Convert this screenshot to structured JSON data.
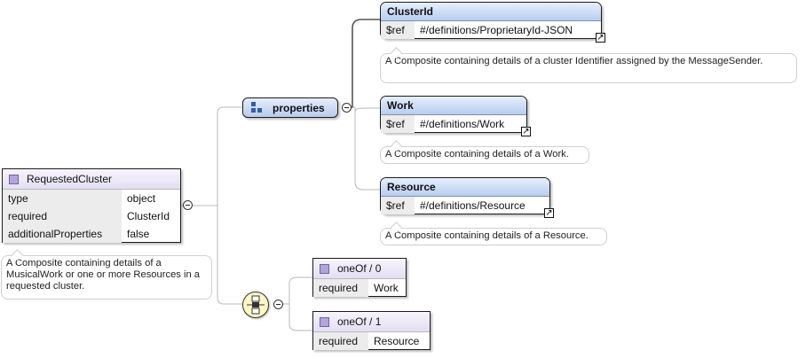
{
  "root": {
    "title": "RequestedCluster",
    "rows": [
      {
        "key": "type",
        "value": "object"
      },
      {
        "key": "required",
        "value": "ClusterId"
      },
      {
        "key": "additionalProperties",
        "value": "false"
      }
    ],
    "note": "A Composite containing details of a MusicalWork or one or more Resources in a requested cluster."
  },
  "properties_label": "properties",
  "children": [
    {
      "title": "ClusterId",
      "ref_key": "$ref",
      "ref_value": "#/definitions/ProprietaryId-JSON",
      "note": "A Composite containing details of a cluster Identifier assigned by the MessageSender."
    },
    {
      "title": "Work",
      "ref_key": "$ref",
      "ref_value": "#/definitions/Work",
      "note": "A Composite containing details of a Work."
    },
    {
      "title": "Resource",
      "ref_key": "$ref",
      "ref_value": "#/definitions/Resource",
      "note": "A Composite containing details of a Resource."
    }
  ],
  "oneof": [
    {
      "title": "oneOf / 0",
      "key": "required",
      "value": "Work"
    },
    {
      "title": "oneOf / 1",
      "key": "required",
      "value": "Resource"
    }
  ],
  "icons": {
    "root_square": "purple-square-icon",
    "properties": "properties-grid-icon",
    "oneof": "oneof-compositor-icon",
    "link": "external-link-arrow-icon",
    "collapse": "collapse-minus-icon"
  },
  "colors": {
    "header_blue": "#b7cdef",
    "header_lavender": "#e3dff3",
    "square_purple": "#b3a5dc",
    "oneof_yellow": "#fff6c2",
    "wire": "#b9b9b9"
  }
}
